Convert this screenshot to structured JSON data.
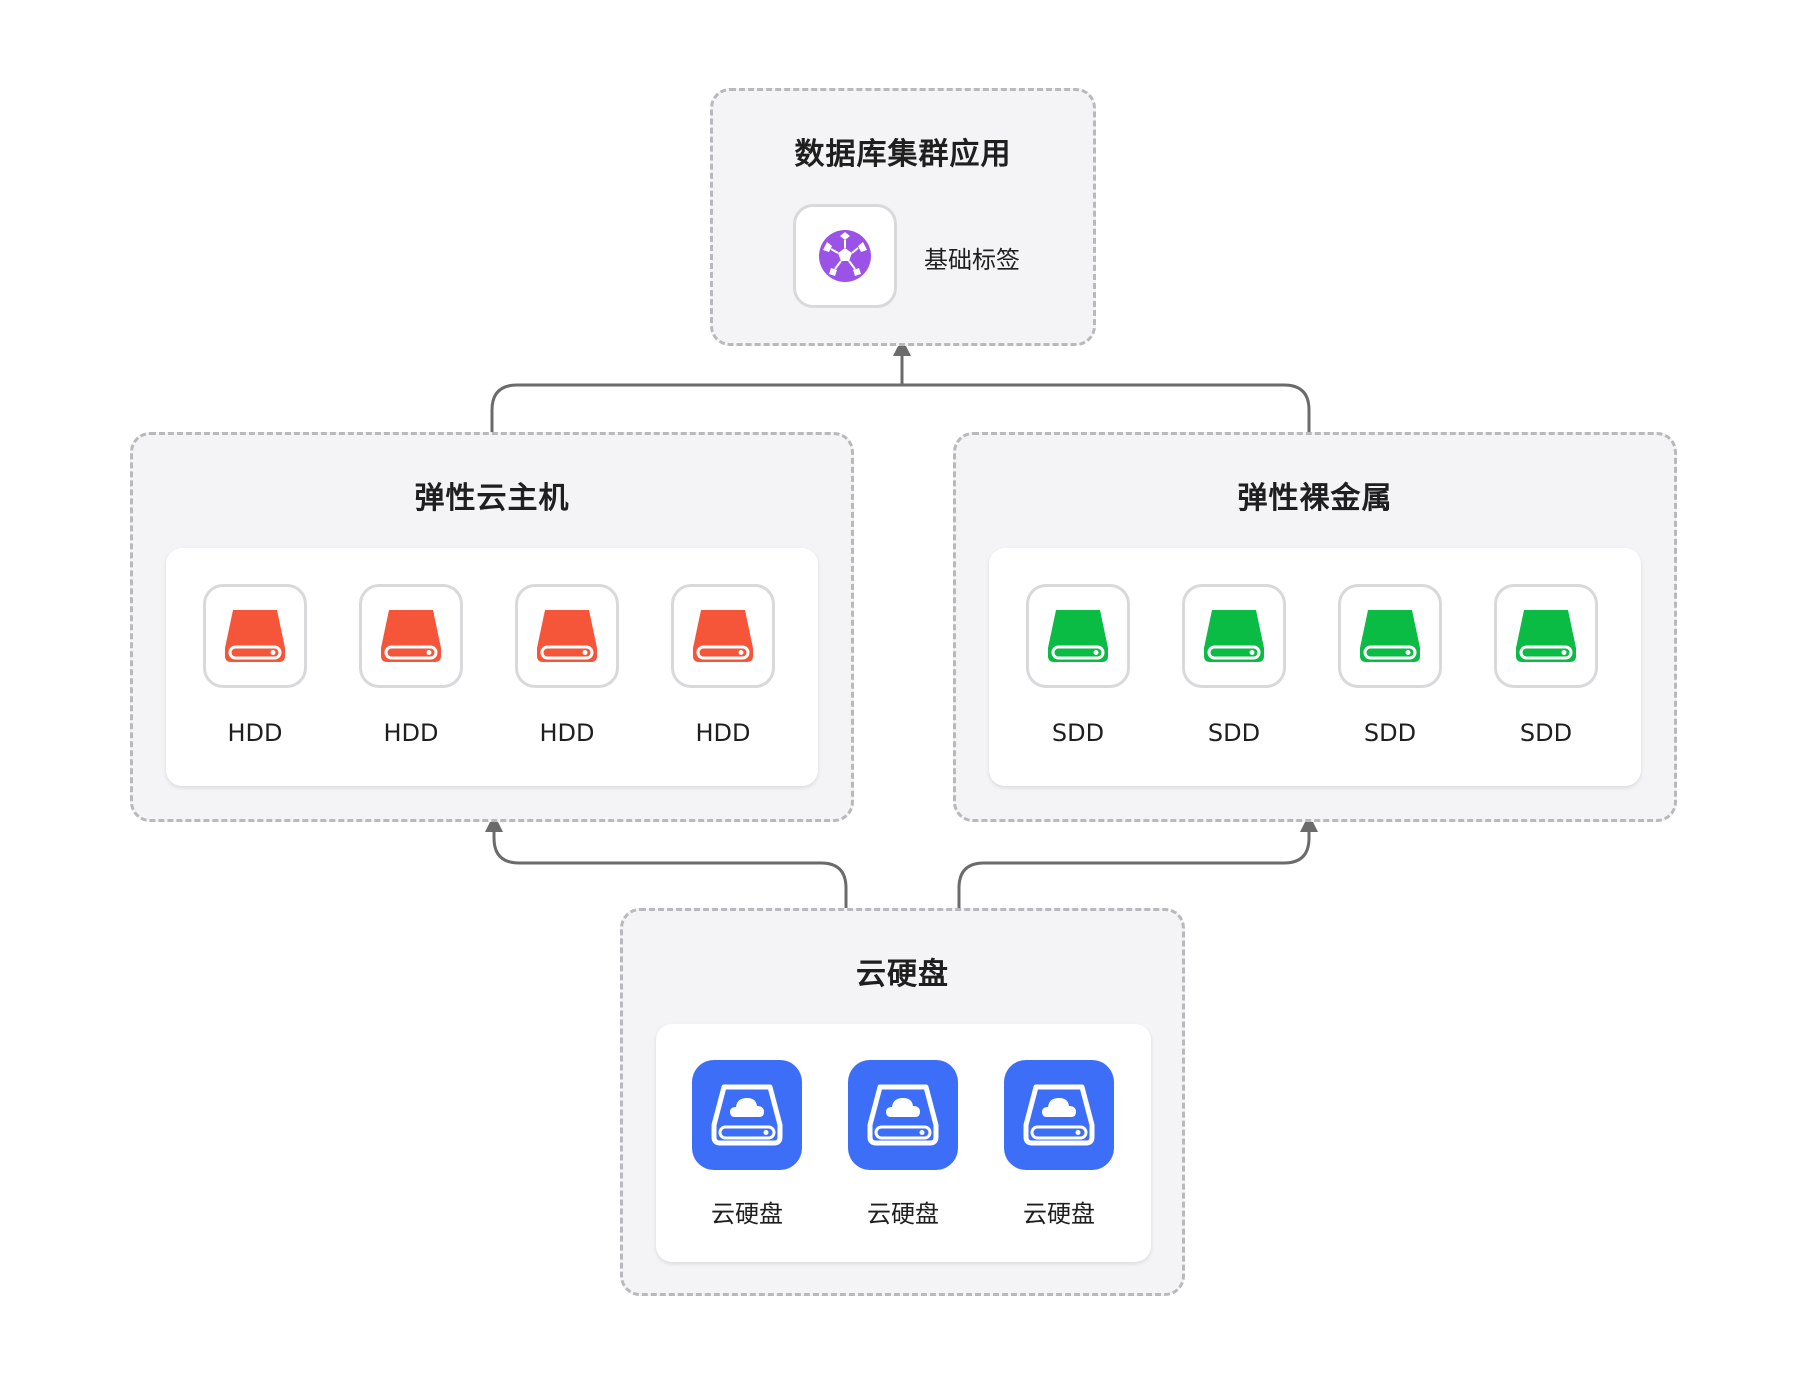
{
  "colors": {
    "hdd": "#f5563a",
    "ssd": "#0abb44",
    "cloud_disk": "#3d6ef7",
    "app_icon": "#9b52e6",
    "connector": "#6b6b6b"
  },
  "app": {
    "title": "数据库集群应用",
    "item": {
      "label": "基础标签",
      "icon": "soccer-ball-icon"
    }
  },
  "ecs": {
    "title": "弹性云主机",
    "disks": [
      {
        "label": "HDD",
        "icon": "hard-drive-icon"
      },
      {
        "label": "HDD",
        "icon": "hard-drive-icon"
      },
      {
        "label": "HDD",
        "icon": "hard-drive-icon"
      },
      {
        "label": "HDD",
        "icon": "hard-drive-icon"
      }
    ]
  },
  "bms": {
    "title": "弹性裸金属",
    "disks": [
      {
        "label": "SDD",
        "icon": "hard-drive-icon"
      },
      {
        "label": "SDD",
        "icon": "hard-drive-icon"
      },
      {
        "label": "SDD",
        "icon": "hard-drive-icon"
      },
      {
        "label": "SDD",
        "icon": "hard-drive-icon"
      }
    ]
  },
  "evs": {
    "title": "云硬盘",
    "disks": [
      {
        "label": "云硬盘",
        "icon": "cloud-drive-icon"
      },
      {
        "label": "云硬盘",
        "icon": "cloud-drive-icon"
      },
      {
        "label": "云硬盘",
        "icon": "cloud-drive-icon"
      }
    ]
  }
}
